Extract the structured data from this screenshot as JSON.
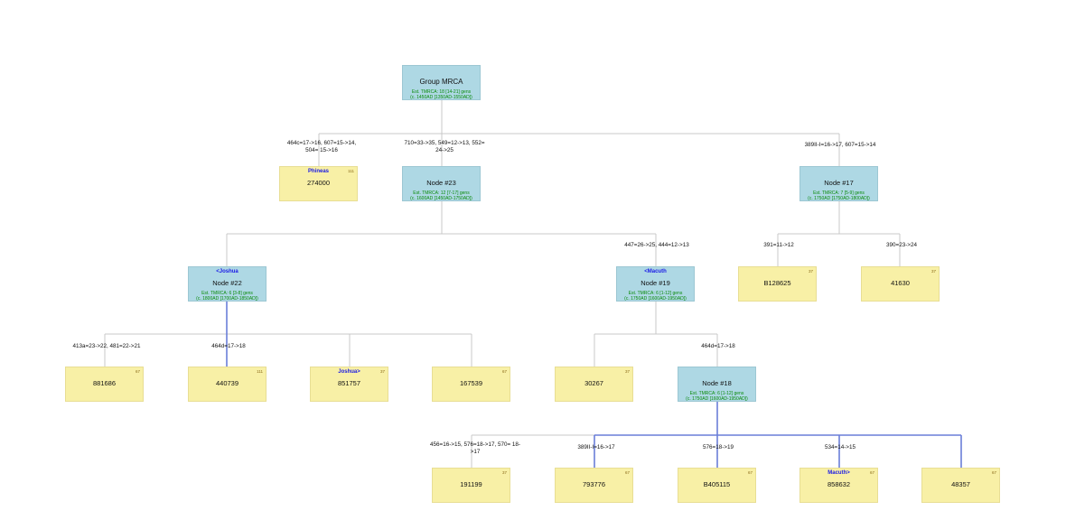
{
  "nodes": {
    "root": {
      "title": "Group MRCA",
      "tmrca1": "Est. TMRCA: 18 [14-21] gens",
      "tmrca2": "(c. 1450AD [1350AD-1550AD])"
    },
    "phineas": {
      "name": "Phineas",
      "title": "274000",
      "count": "111"
    },
    "n23": {
      "title": "Node #23",
      "tmrca1": "Est. TMRCA: 12 [7-17] gens",
      "tmrca2": "(c. 1600AD [1450AD-1750AD])"
    },
    "n17": {
      "title": "Node #17",
      "tmrca1": "Est. TMRCA: 7 [5-9] gens",
      "tmrca2": "(c. 1750AD [1750AD-1800AD])"
    },
    "n22": {
      "name": "<Joshua",
      "title": "Node #22",
      "tmrca1": "Est. TMRCA: 6 [3-8] gens",
      "tmrca2": "(c. 1800AD [1700AD-1850AD])"
    },
    "n19": {
      "name": "<Macuth",
      "title": "Node #19",
      "tmrca1": "Est. TMRCA: 6 [1-12] gens",
      "tmrca2": "(c. 1750AD [1600AD-1950AD])"
    },
    "b128625": {
      "title": "B128625",
      "count": "37"
    },
    "l41630": {
      "title": "41630",
      "count": "37"
    },
    "l881686": {
      "title": "881686",
      "count": "67"
    },
    "l440739": {
      "title": "440739",
      "count": "111"
    },
    "l851757": {
      "name": "Joshua>",
      "title": "851757",
      "count": "37"
    },
    "l167539": {
      "title": "167539",
      "count": "67"
    },
    "l30267": {
      "title": "30267",
      "count": "37"
    },
    "n18": {
      "title": "Node #18",
      "tmrca1": "Est. TMRCA: 6 [1-12] gens",
      "tmrca2": "(c. 1750AD [1600AD-1950AD])"
    },
    "l191199": {
      "title": "191199",
      "count": "37"
    },
    "l793776": {
      "title": "793776",
      "count": "67"
    },
    "b405115": {
      "title": "B405115",
      "count": "67"
    },
    "l858632": {
      "name": "Macuth>",
      "title": "858632",
      "count": "67"
    },
    "l48357": {
      "title": "48357",
      "count": "67"
    }
  },
  "edges": {
    "phineas": "464c=17->16, 607=15->14, 504= 15->16",
    "n23": "710=33->35, 549=12->13, 552= 24->25",
    "n17": "389II-I=16->17, 607=15->14",
    "n19": "447=26->25, 444=12->13",
    "b128625": "391=11->12",
    "l41630": "390=23->24",
    "l881686": "413a=23->22, 481=22->21",
    "l440739": "464d=17->18",
    "n18": "464d=17->18",
    "l191199": "456=16->15, 576=18->17, 570= 18->17",
    "l793776": "389II-I=16->17",
    "b405115": "576=18->19",
    "l858632": "534=14->15"
  },
  "colors": {
    "internal_fill": "#aed8e4",
    "leaf_fill": "#f8f0a6",
    "connector": "#c8c8c8",
    "highlight_path": "#6a7fd8",
    "tmrca_text": "#0a8a0a",
    "name_text": "#1a1ae6"
  }
}
